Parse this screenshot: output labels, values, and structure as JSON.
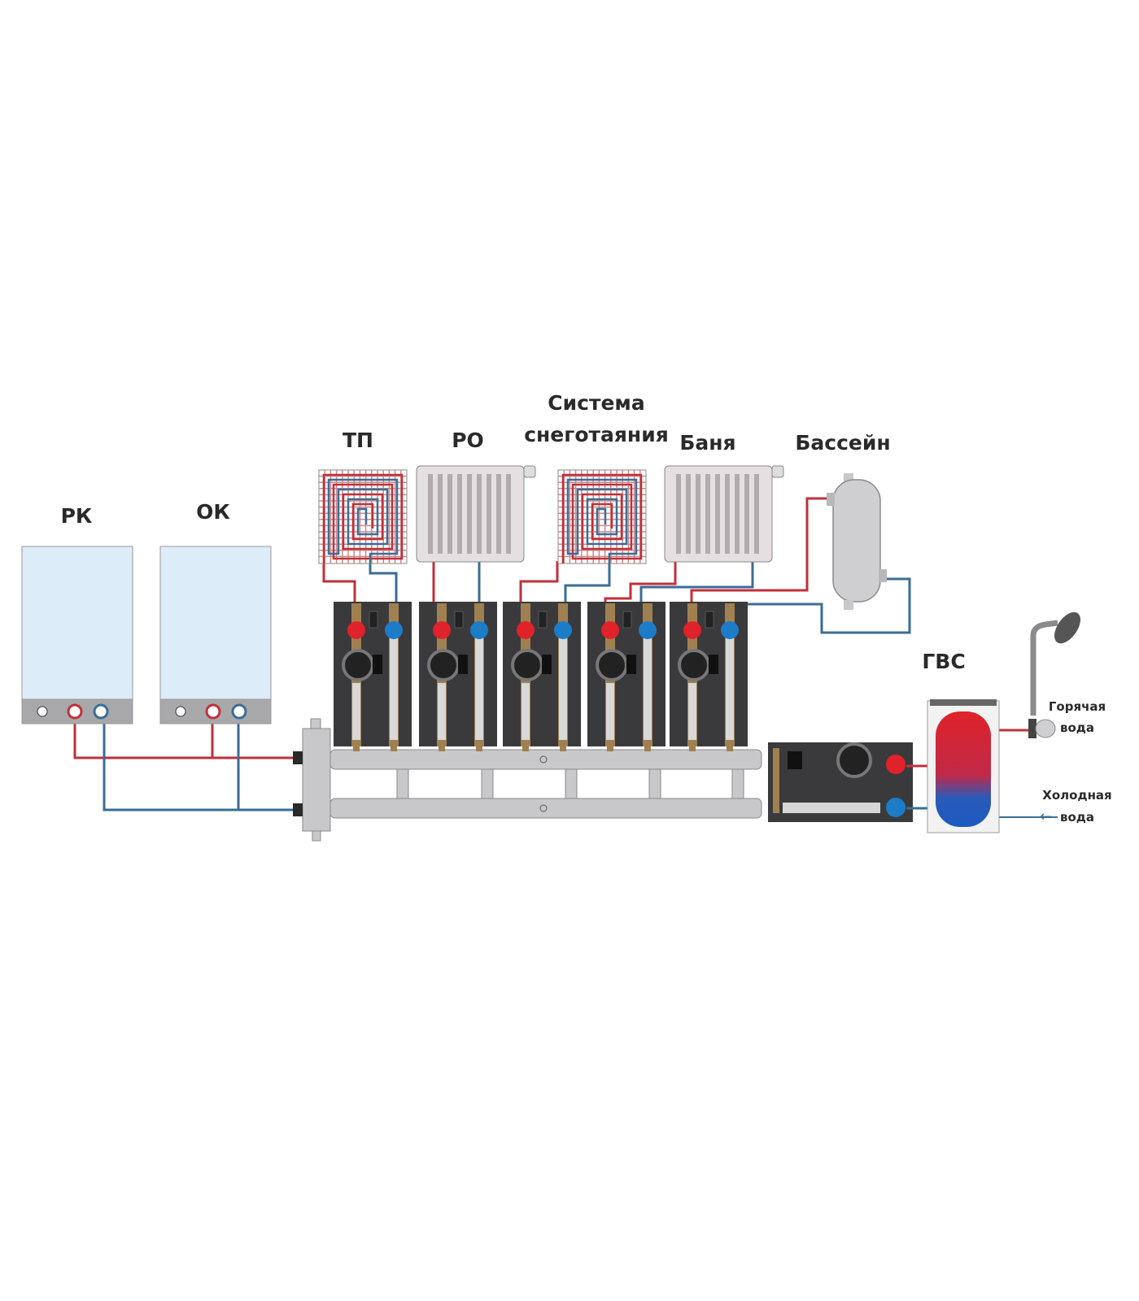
{
  "labels": {
    "boiler_reserve": "РК",
    "boiler_main": "ОК",
    "warm_floor": "ТП",
    "radiator_heating": "РО",
    "snow_melting_line1": "Система",
    "snow_melting_line2": "снеготаяния",
    "sauna": "Баня",
    "pool": "Бассейн",
    "dhw": "ГВС",
    "hot_water_line1": "Горячая",
    "hot_water_line2": "вода",
    "cold_water_line1": "Холодная",
    "cold_water_line2": "вода"
  },
  "colors": {
    "supply": "#c0303a",
    "return": "#3a6d96",
    "boiler_body": "#dcecf8",
    "module_body": "#3a3a3c",
    "manifold": "#c8c8ca",
    "hot_knob": "#e0222a",
    "cold_knob": "#1c7cc8"
  }
}
